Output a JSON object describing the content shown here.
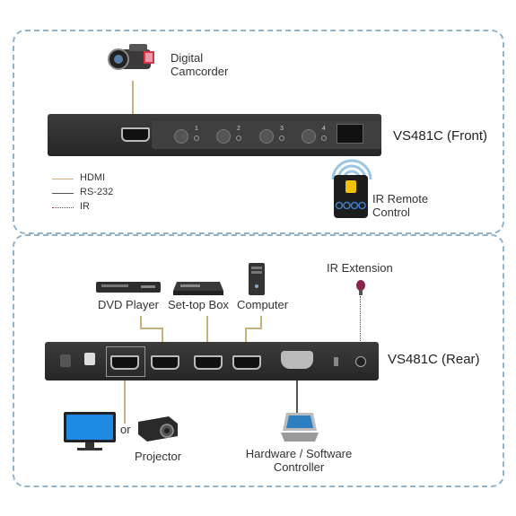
{
  "front": {
    "camcorder_label_1": "Digital",
    "camcorder_label_2": "Camcorder",
    "device_label": "VS481C (Front)",
    "button_numbers": [
      "1",
      "2",
      "3",
      "4"
    ],
    "ir_remote_label_1": "IR Remote",
    "ir_remote_label_2": "Control"
  },
  "legend": [
    {
      "label": "HDMI",
      "color": "#c8b27a",
      "style": "solid"
    },
    {
      "label": "RS-232",
      "color": "#555555",
      "style": "solid"
    },
    {
      "label": "IR",
      "color": "#c2185b",
      "style": "dotted"
    }
  ],
  "rear": {
    "ir_extension_label": "IR Extension",
    "sources": [
      "DVD Player",
      "Set-top Box",
      "Computer"
    ],
    "device_label": "VS481C (Rear)",
    "or_label": "or",
    "projector_label": "Projector",
    "controller_label_1": "Hardware / Software",
    "controller_label_2": "Controller"
  },
  "colors": {
    "panel_border": "#8fb4cc",
    "hdmi": "#c8b27a",
    "ir": "#c2185b",
    "device": "#2f2f2f"
  }
}
